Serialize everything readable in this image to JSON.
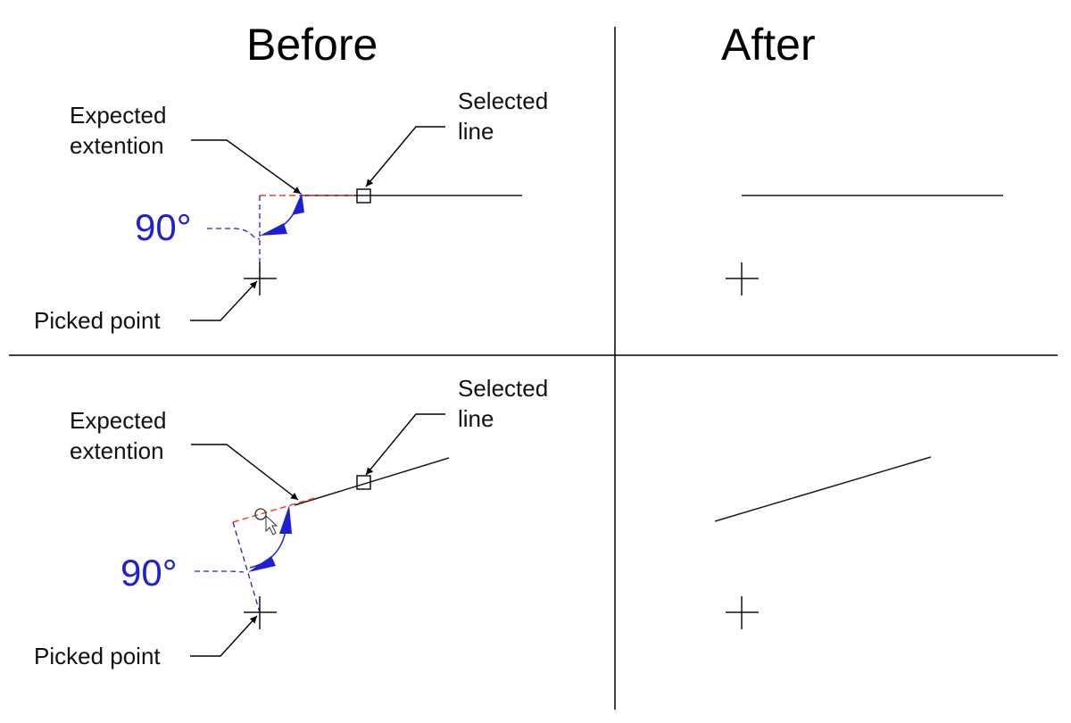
{
  "headings": {
    "before": "Before",
    "after": "After"
  },
  "top": {
    "expected_line1": "Expected",
    "expected_line2": "extention",
    "selected_line1": "Selected",
    "selected_line2": "line",
    "angle": "90°",
    "picked": "Picked point"
  },
  "bottom": {
    "expected_line1": "Expected",
    "expected_line2": "extention",
    "selected_line1": "Selected",
    "selected_line2": "line",
    "angle": "90°",
    "picked": "Picked point"
  },
  "colors": {
    "line": "#1a1a1a",
    "extension": "#e8403a",
    "dimension": "#1f1fd6",
    "background": "#ffffff"
  },
  "icons": [
    "pick-box-icon",
    "crosshair-icon",
    "cursor-arrow-icon"
  ]
}
